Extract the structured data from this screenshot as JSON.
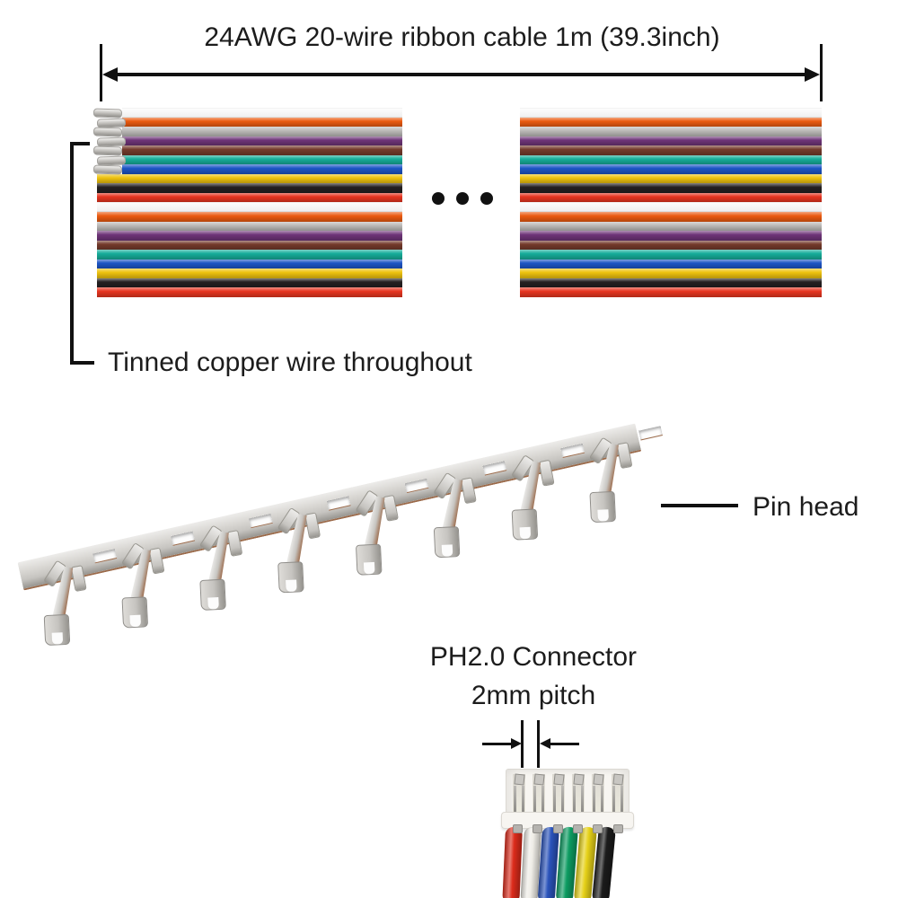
{
  "annotations": {
    "cable_spec": "24AWG 20-wire ribbon cable 1m (39.3inch)",
    "tinned_label": "Tinned copper wire throughout",
    "pin_head_label": "Pin head",
    "ph_connector_line1": "PH2.0 Connector",
    "ph_connector_line2": "2mm pitch"
  },
  "colors": {
    "background": "#ffffff",
    "line": "#111111",
    "text": "#1c1c1c",
    "metal_light": "#edecea",
    "metal_mid": "#c6c4c0",
    "metal_dark": "#96948f",
    "copper_edge": "#9b6a4a"
  },
  "ribbon_cable": {
    "wire_count": 20,
    "segment_count": 2,
    "bands_per_segment": 2,
    "color_sequence": [
      "white",
      "orange",
      "silver",
      "purple",
      "brown",
      "teal",
      "blue",
      "yellow",
      "black",
      "red"
    ],
    "color_hex": {
      "white": "#fcfcfc",
      "orange": "#eb5a0f",
      "silver": "#bcbab8",
      "purple": "#6e3478",
      "brown": "#743a2b",
      "teal": "#16ad9a",
      "blue": "#1d55c5",
      "yellow": "#eec20e",
      "black": "#242021",
      "red": "#e73520"
    },
    "tinned_tip_count": 7,
    "continuation_dot_count": 3
  },
  "pin_head": {
    "terminal_count": 8
  },
  "ph2_connector": {
    "position_count": 6,
    "housing_color": "#f7f5f1",
    "wires": [
      {
        "name": "red",
        "hex": "#dc2b1b"
      },
      {
        "name": "white",
        "hex": "#efede7"
      },
      {
        "name": "blue",
        "hex": "#2a53bb"
      },
      {
        "name": "green",
        "hex": "#0d9c62"
      },
      {
        "name": "yellow",
        "hex": "#e6d118"
      },
      {
        "name": "black",
        "hex": "#1b1b1b"
      }
    ]
  }
}
